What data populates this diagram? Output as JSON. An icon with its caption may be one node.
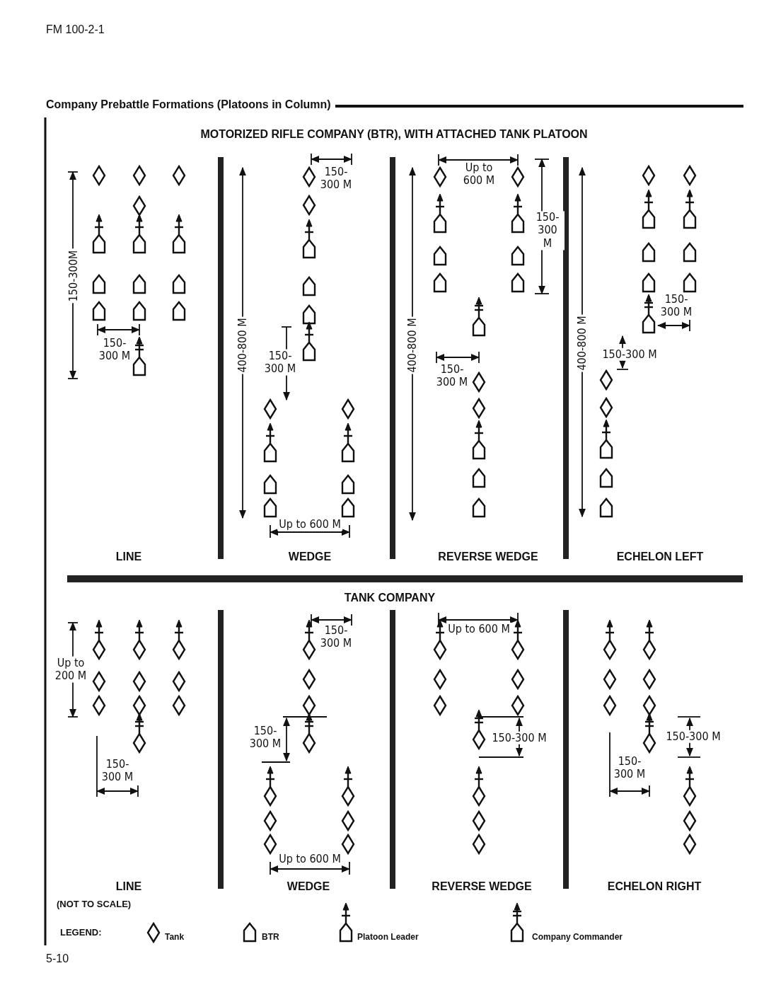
{
  "diagram": {
    "title": "Company Prebattle Formations (Platoons in Column)",
    "labels": [
      "FM 100-2-1",
      "MOTORIZED RIFLE COMPANY (BTR), WITH ATTACHED TANK PLATOON",
      "150-300M",
      "150- 300 M",
      "150- 300 M",
      "400-800 M",
      "150- 300 M",
      "Up to 600 M",
      "Up to 600 M",
      "150- 300 M",
      "400-800 M",
      "150- 300 M",
      "400-800 M",
      "150- 300 M",
      "150-300 M",
      "LINE",
      "WEDGE",
      "REVERSE WEDGE",
      "ECHELON LEFT",
      "TANK COMPANY",
      "Up to 200 M",
      "150- 300 M",
      "150- 300 M",
      "150- 300 M",
      "Up to 600 M",
      "Up to 600 M",
      "150-300 M",
      "150-300 M",
      "150- 300 M",
      "LINE",
      "WEDGE",
      "REVERSE WEDGE",
      "ECHELON RIGHT",
      "(NOT TO SCALE)",
      "LEGEND:",
      "5-10"
    ],
    "legend": [
      {
        "text": "Tank"
      },
      {
        "text": "BTR"
      },
      {
        "text": "Platoon Leader"
      },
      {
        "text": "Company Commander"
      }
    ]
  }
}
